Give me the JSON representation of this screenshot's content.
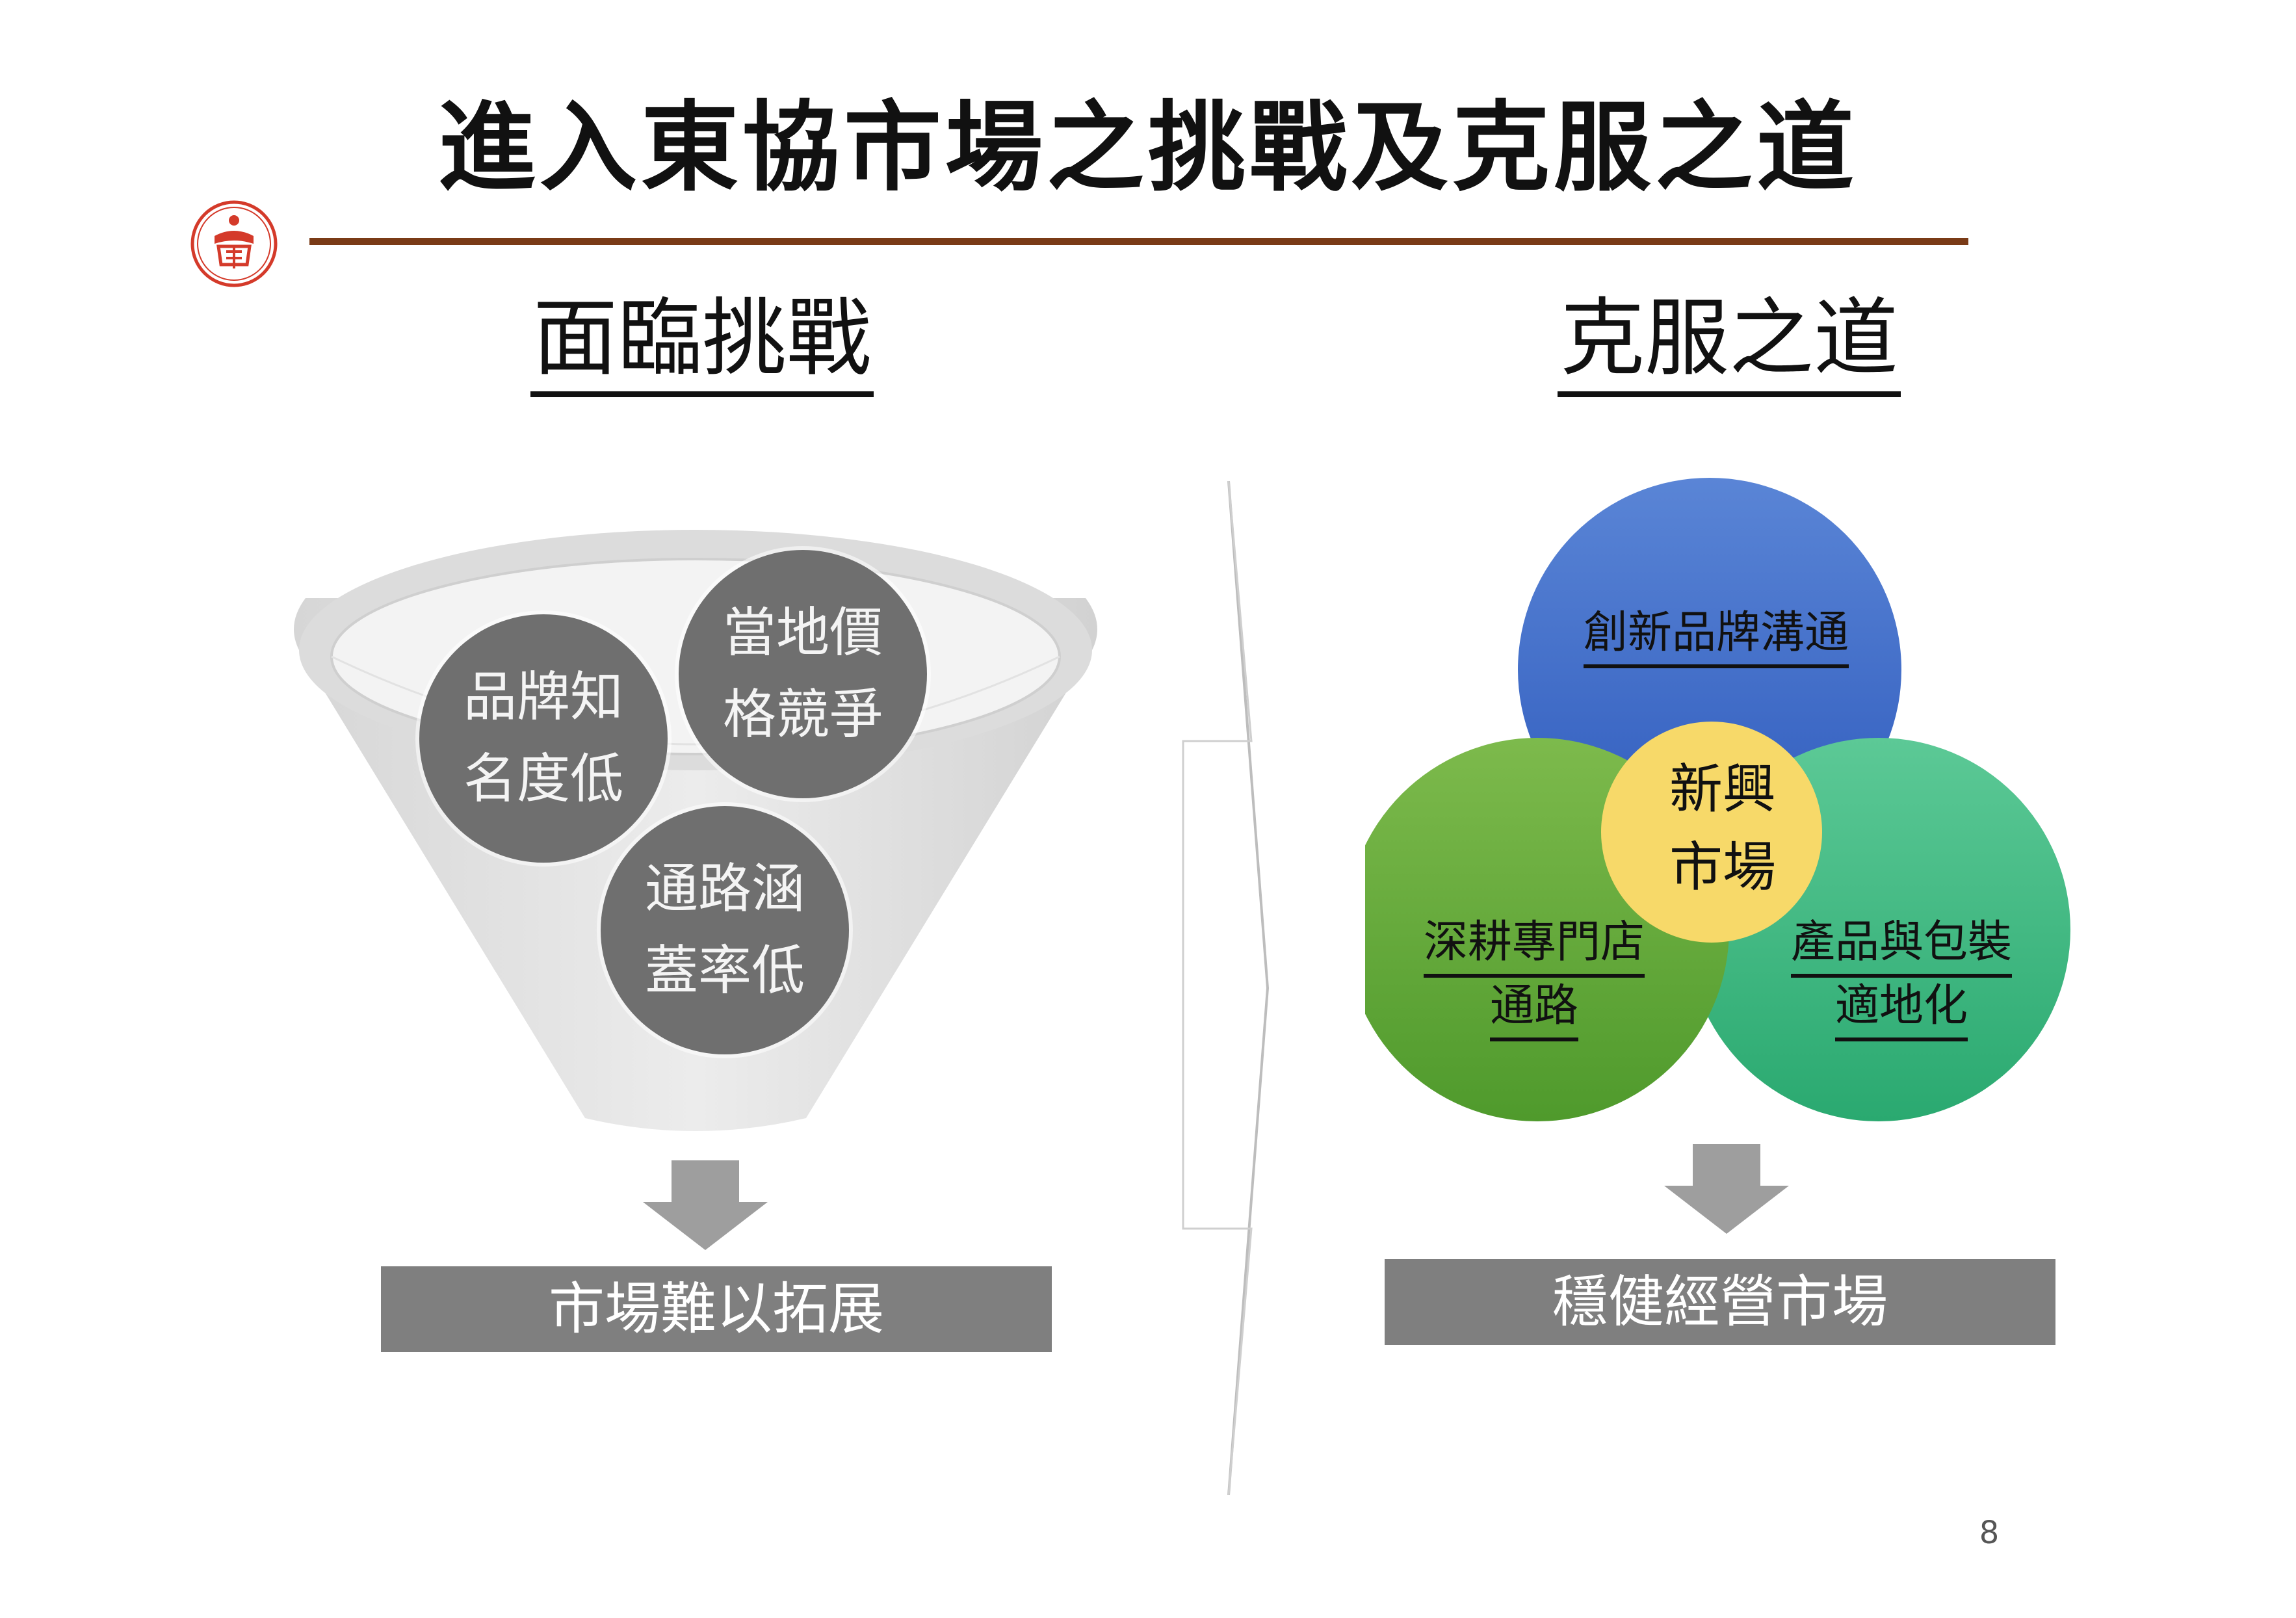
{
  "title": "進入東協市場之挑戰及克服之道",
  "logo": {
    "icon": "company-seal-logo",
    "color": "#d43a2a"
  },
  "left_section": {
    "heading": "面臨挑戰",
    "bubbles": [
      {
        "line1": "當地價",
        "line2": "格競爭"
      },
      {
        "line1": "品牌知",
        "line2": "名度低"
      },
      {
        "line1": "通路涵",
        "line2": "蓋率低"
      }
    ],
    "result": "市場難以拓展"
  },
  "right_section": {
    "heading": "克服之道",
    "circles": {
      "blue": {
        "label": "創新品牌溝通",
        "color": "#4a72c9"
      },
      "green": {
        "line1": "深耕專門店",
        "line2": "通路",
        "color": "#6aaa3a"
      },
      "teal": {
        "line1": "產品與包裝",
        "line2": "適地化",
        "color": "#3fbf86"
      },
      "center": {
        "line1": "新興",
        "line2": "市場",
        "color": "#f7d969"
      }
    },
    "result": "穩健經營市場"
  },
  "page_number": "8"
}
